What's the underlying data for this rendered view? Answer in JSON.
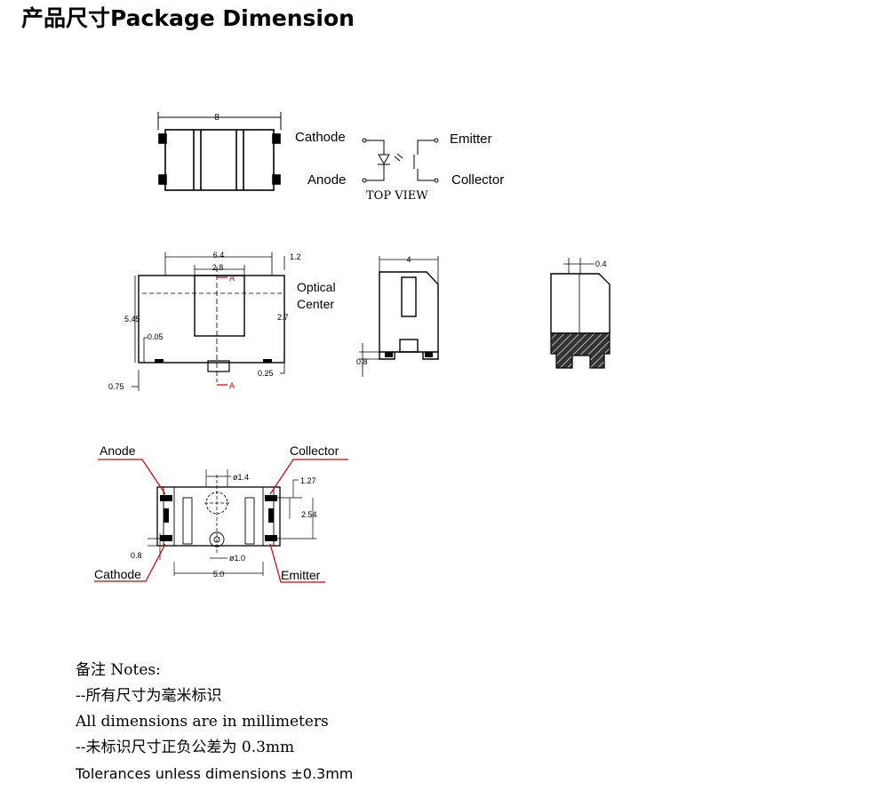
{
  "title": "产品尺寸Package Dimension",
  "schematic": {
    "overall_length": "8",
    "cathode": "Cathode",
    "anode": "Anode",
    "emitter": "Emitter",
    "collector": "Collector",
    "view_label": "TOP VIEW"
  },
  "front_view": {
    "width": "6.4",
    "window": "2.8",
    "section_marker": "A",
    "optical_label_1": "Optical",
    "optical_label_2": "Center",
    "d_top": "1.2",
    "d_height": "5.45",
    "d_center": "2.7",
    "d_005": "0.05",
    "d_075": "0.75",
    "d_025": "0.25"
  },
  "side_view": {
    "width": "4",
    "lead_height": "0.8"
  },
  "section_view": {
    "offset": "0.4"
  },
  "bottom_view": {
    "anode": "Anode",
    "collector": "Collector",
    "cathode": "Cathode",
    "emitter": "Emitter",
    "hole_1": "ø1.4",
    "hole_2": "ø1.0",
    "pitch": "1.27",
    "spacing": "2.54",
    "pad": "0.8",
    "length": "5.0"
  },
  "notes": {
    "heading": "备注 Notes:",
    "line1": "--所有尺寸为毫米标识",
    "line2": "All dimensions are in millimeters",
    "line3": "--未标识尺寸正负公差为 0.3mm",
    "line4": "Tolerances unless dimensions ±0.3mm"
  }
}
